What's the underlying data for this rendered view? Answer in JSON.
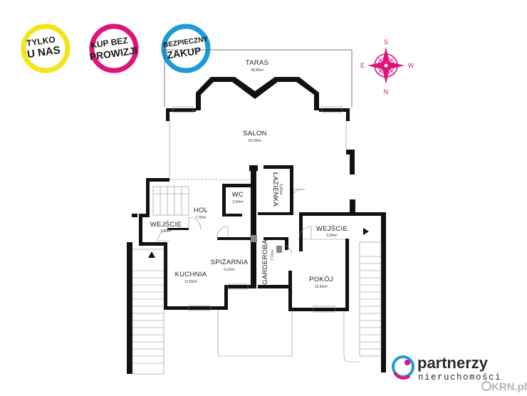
{
  "badges": [
    {
      "line1": "TYLKO",
      "line2": "U NAS",
      "ring_color": "#f5e31a"
    },
    {
      "line1": "KUP BEZ",
      "line2": "PROWIZJI",
      "ring_color": "#e0137a"
    },
    {
      "line1": "BEZPIECZNY",
      "line2": "ZAKUP",
      "ring_color": "#1e9ad6"
    }
  ],
  "compass": {
    "north": "N",
    "south": "S",
    "east": "E",
    "west": "W",
    "color": "#e0137a"
  },
  "rooms": {
    "taras": {
      "name": "TARAS",
      "area": "28,50m²"
    },
    "salon": {
      "name": "SALON",
      "area": "62,30m²"
    },
    "lazienka": {
      "name": "ŁAZIENKA",
      "area": "5,00m²"
    },
    "wc": {
      "name": "WC",
      "area": "2,00m²"
    },
    "hol": {
      "name": "HOL",
      "area": "7,70m²"
    },
    "wejscie_left": {
      "name": "WEJŚCIE",
      "area": "3,50m²"
    },
    "wejscie_right": {
      "name": "WEJŚCIE",
      "area": "2,00m²"
    },
    "spizarnia": {
      "name": "SPIŻARNIA",
      "area": "6,10m²"
    },
    "garderoba": {
      "name": "GARDEROBA",
      "area": "7,70m²"
    },
    "kuchnia": {
      "name": "KUCHNIA",
      "area": "12,50m²"
    },
    "pokoj": {
      "name": "POKÓJ",
      "area": "12,50m²"
    }
  },
  "brand": {
    "name": "partnerzy",
    "sub": "nieruchomości",
    "color": "#1e9ad6",
    "accent": "#e0137a"
  },
  "watermark": {
    "text": "KRN.pl"
  }
}
